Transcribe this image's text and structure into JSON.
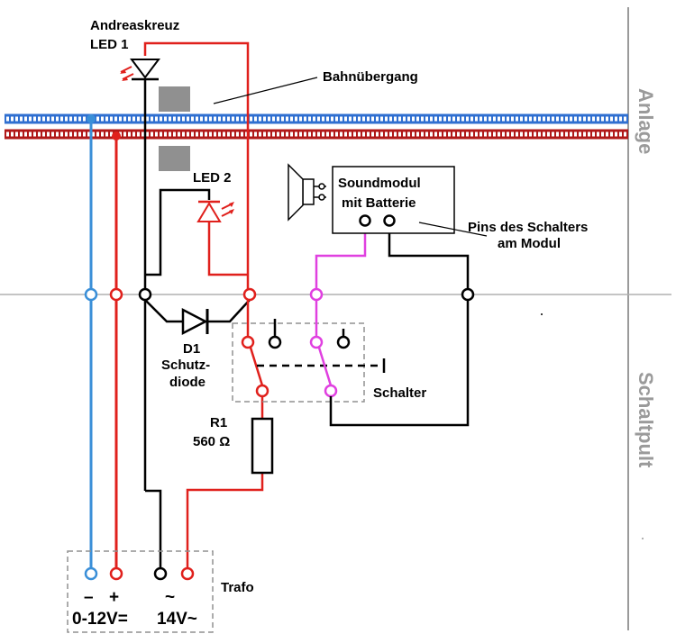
{
  "labels": {
    "andreaskreuz": "Andreaskreuz",
    "led1": "LED 1",
    "bahnuebergang": "Bahnübergang",
    "led2": "LED 2",
    "soundmodul_line1": "Soundmodul",
    "soundmodul_line2": "mit Batterie",
    "pins_line1": "Pins des Schalters",
    "pins_line2": "am Modul",
    "d1": "D1",
    "schutz_line1": "Schutz-",
    "schutz_line2": "diode",
    "schalter": "Schalter",
    "r1": "R1",
    "r1_value": "560 Ω",
    "trafo": "Trafo",
    "minus": "–",
    "plus": "+",
    "tilde": "~",
    "dc_range": "0-12V=",
    "ac_voltage": "14V~"
  },
  "side_labels": {
    "anlage": "Anlage",
    "schaltpult": "Schaltpult"
  },
  "colors": {
    "blue": "#3a8fd8",
    "red": "#e0201c",
    "black": "#000000",
    "magenta": "#e040e0",
    "gray": "#909090",
    "rail_blue": "#2f6fd0",
    "rail_red": "#b01818"
  }
}
